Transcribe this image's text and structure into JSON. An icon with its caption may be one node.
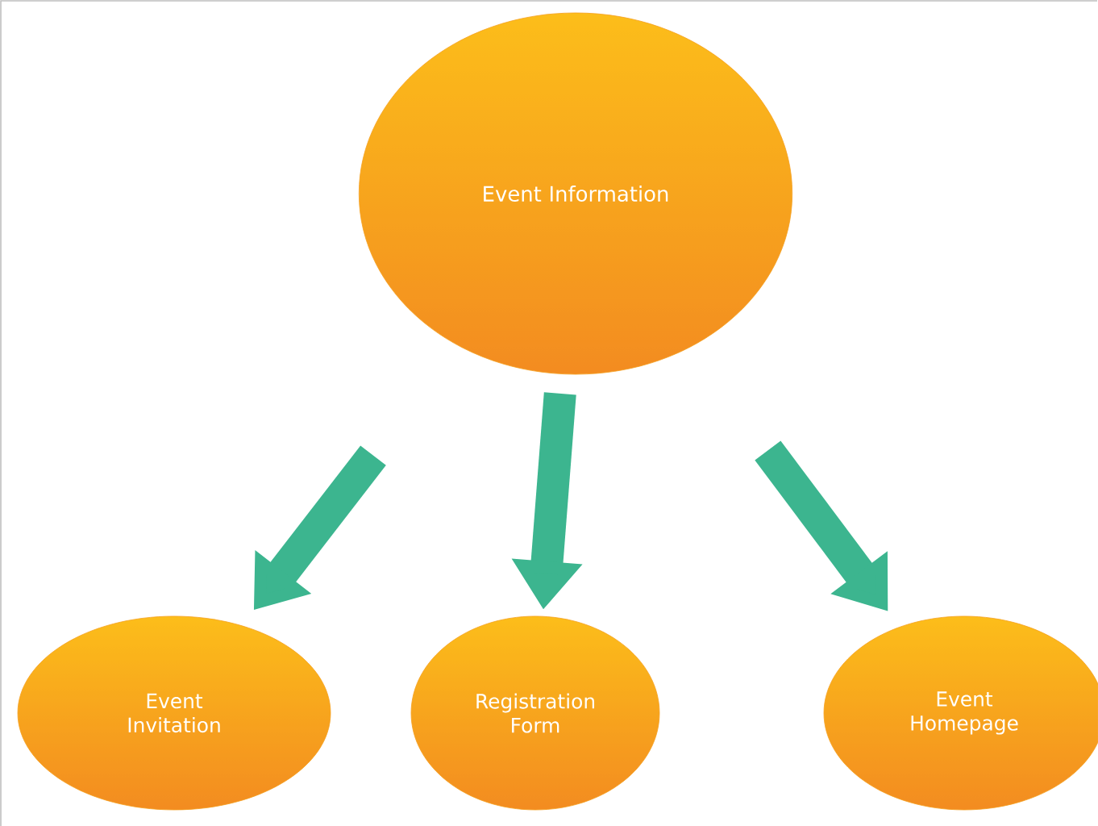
{
  "diagram": {
    "nodes": [
      {
        "text": [
          "Event Information"
        ]
      },
      {
        "text": [
          "Event Invitation"
        ]
      },
      {
        "text": [
          "Registration Form"
        ]
      },
      {
        "text": [
          "Event Homepage"
        ]
      }
    ],
    "edges": [
      {
        "from": 0,
        "to": 1,
        "arrow": "to"
      },
      {
        "from": 0,
        "to": 2,
        "arrow": "to"
      },
      {
        "from": 0,
        "to": 3,
        "arrow": "to"
      }
    ]
  }
}
